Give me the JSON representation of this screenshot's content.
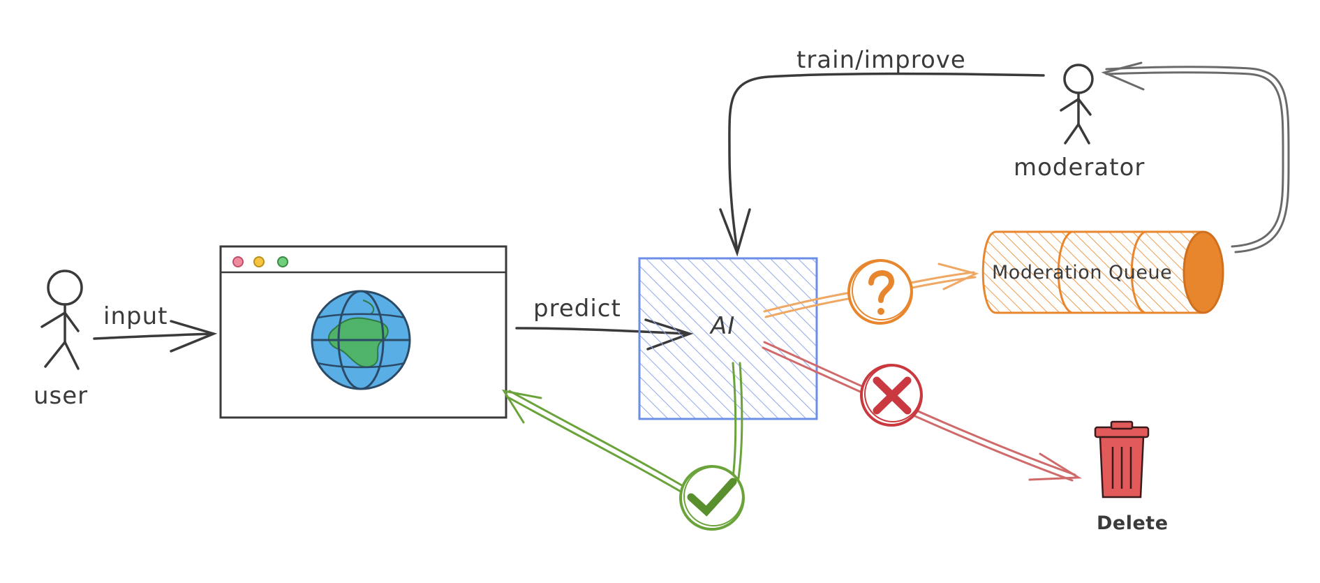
{
  "diagram": {
    "actors": {
      "user": {
        "label": "user"
      },
      "moderator": {
        "label": "moderator"
      }
    },
    "nodes": {
      "ai": {
        "label": "AI"
      },
      "moderation_queue": {
        "label": "Moderation Queue"
      },
      "delete": {
        "label": "Delete"
      }
    },
    "edges": {
      "input": {
        "label": "input"
      },
      "predict": {
        "label": "predict"
      },
      "train": {
        "label": "train/improve"
      }
    },
    "colors": {
      "ink": "#3a3a3a",
      "ai_blue": "#6b8ee6",
      "queue_orange": "#e8862e",
      "approve_green": "#6aa33a",
      "reject_red": "#c9393f",
      "trash_red": "#e35a5a",
      "globe_blue": "#5aaee6",
      "globe_green": "#4fb36a"
    },
    "icons": [
      "user-icon",
      "browser-window",
      "globe-icon",
      "question-icon",
      "reject-x-icon",
      "approve-check-icon",
      "trash-icon",
      "moderator-icon"
    ]
  }
}
